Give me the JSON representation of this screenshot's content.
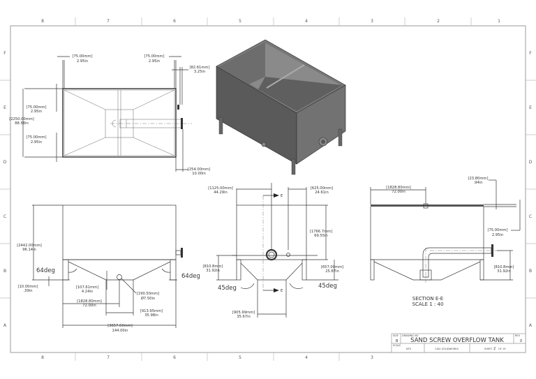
{
  "sheet": {
    "column_zones_top": [
      "8",
      "7",
      "6",
      "5",
      "4",
      "3",
      "2",
      "1"
    ],
    "column_zones_bottom": [
      "8",
      "7",
      "6",
      "5",
      "4",
      "3"
    ],
    "row_zones": [
      "F",
      "E",
      "D",
      "C",
      "B",
      "A"
    ]
  },
  "top_view": {
    "dims": {
      "left_wall": {
        "mm": "[75.00mm]",
        "in": "2.95in"
      },
      "right_wall": {
        "mm": "[75.00mm]",
        "in": "2.95in"
      },
      "flange_offset": {
        "mm": "[82.61mm]",
        "in": "3.25in"
      },
      "upper_wall": {
        "mm": "[75.00mm]",
        "in": "2.95in"
      },
      "width": {
        "mm": "[2250.00mm]",
        "in": "88.58in"
      },
      "lower_wall": {
        "mm": "[75.00mm]",
        "in": "2.95in"
      },
      "pipe_protrusion": {
        "mm": "[254.00mm]",
        "in": "10.00in"
      }
    }
  },
  "front_view": {
    "dims": {
      "height": {
        "mm": "[2442.00mm]",
        "in": "96.14in"
      },
      "foot_plate": {
        "mm": "[10.00mm]",
        "in": ".39in"
      },
      "drain_height": {
        "mm": "[107.61mm]",
        "in": "4.24in"
      },
      "drain_dia": {
        "mm": "[190.50mm]",
        "in": "Ø7.50in"
      },
      "drain_pos": {
        "mm": "[1828.80mm]",
        "in": "72.00in"
      },
      "bottom_flat": {
        "mm": "[913.95mm]",
        "in": "35.98in"
      },
      "length": {
        "mm": "[3657.60mm]",
        "in": "144.00in"
      }
    },
    "angle_left": "64deg",
    "angle_right": "64deg"
  },
  "side_view": {
    "dims": {
      "section_pos": {
        "mm": "[1125.00mm]",
        "in": "44.29in"
      },
      "nozzle_pos": {
        "mm": "[625.00mm]",
        "in": "24.61in"
      },
      "upper_height": {
        "mm": "[1766.7mm]",
        "in": "69.55in"
      },
      "outlet_height": {
        "mm": "[810.8mm]",
        "in": "31.92in"
      },
      "hopper_height": {
        "mm": "[657.00mm]",
        "in": "25.87in"
      },
      "bottom_flat": {
        "mm": "[905.99mm]",
        "in": "35.67in"
      }
    },
    "angle_left": "45deg",
    "angle_right": "45deg",
    "section_label_top": "E",
    "section_label_bottom": "E"
  },
  "section_view": {
    "dims": {
      "nozzle_pos": {
        "mm": "[1828.80mm]",
        "in": "72.00in"
      },
      "lip": {
        "mm": "[23.80mm]",
        "in": ".94in"
      },
      "wall": {
        "mm": "[75.00mm]",
        "in": "2.95in"
      },
      "outlet_height": {
        "mm": "[810.8mm]",
        "in": "31.92in"
      }
    },
    "title": "SECTION E-E",
    "scale": "SCALE 1 : 40"
  },
  "title_block": {
    "size_label": "SIZE",
    "size": "B",
    "drawing_no_label": "DRAWING NO",
    "title": "SAND SCREW OVERFLOW TANK",
    "rev_label": "REV",
    "rev": "0",
    "scale_label": "SCALE",
    "scale": "NTS",
    "cad": "CAD: SOLIDWORKS",
    "sheet_label": "SHEET",
    "sheet": "2",
    "of_label": "OF",
    "sheets_total": "19"
  }
}
